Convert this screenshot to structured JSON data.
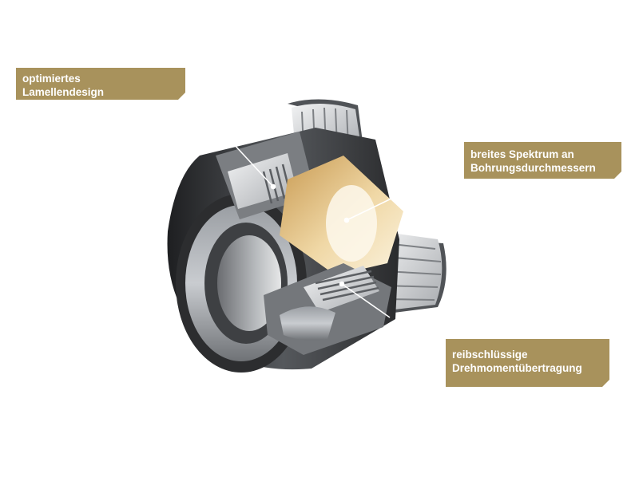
{
  "callouts": [
    {
      "line1": "optimiertes",
      "line2": "Lamellendesign"
    },
    {
      "line1": "breites Spektrum an",
      "line2": "Bohrungsdurchmessern"
    },
    {
      "line1": "reibschlüssige",
      "line2": "Drehmomentübertragung"
    }
  ],
  "colors": {
    "callout_background": "#a8925c",
    "callout_text": "#ffffff",
    "hub_gold": "#d9b77a",
    "housing_dark": "#3a3c3e"
  }
}
